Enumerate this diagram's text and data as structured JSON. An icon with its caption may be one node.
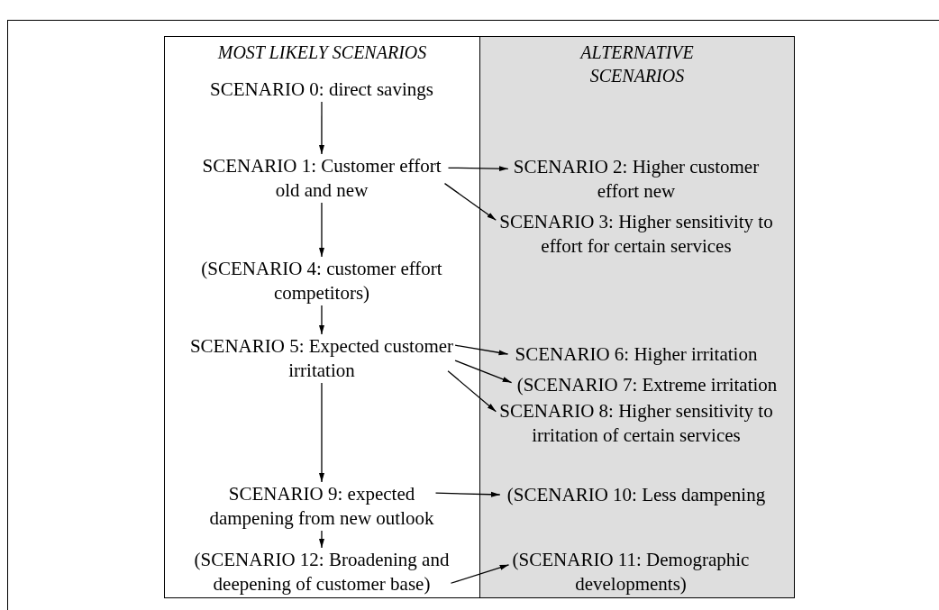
{
  "diagram": {
    "nodes": [
      {
        "text": [
          "MOST LIKELY SCENARIOS"
        ]
      },
      {
        "text": [
          "ALTERNATIVE SCENARIOS"
        ]
      },
      {
        "text": [
          "SCENARIO 0: direct savings"
        ],
        "in": 0
      },
      {
        "text": [
          "SCENARIO 1: Customer effort old and new"
        ],
        "in": 0
      },
      {
        "text": [
          "SCENARIO 2: Higher customer effort new"
        ],
        "in": 1
      },
      {
        "text": [
          "SCENARIO 3: Higher sensitivity to effort for certain services"
        ],
        "in": 1
      },
      {
        "text": [
          "(SCENARIO 4: customer effort competitors)"
        ],
        "in": 0
      },
      {
        "text": [
          "SCENARIO 5: Expected customer irritation"
        ],
        "in": 0
      },
      {
        "text": [
          "SCENARIO 6: Higher irritation"
        ],
        "in": 1
      },
      {
        "text": [
          "(SCENARIO 7: Extreme irritation"
        ],
        "in": 1
      },
      {
        "text": [
          "SCENARIO 8: Higher sensitivity to irritation of certain services"
        ],
        "in": 1
      },
      {
        "text": [
          "SCENARIO 9: expected dampening from new outlook"
        ],
        "in": 0
      },
      {
        "text": [
          "(SCENARIO 10: Less dampening"
        ],
        "in": 1
      },
      {
        "text": [
          "(SCENARIO 12: Broadening and deepening of customer base)"
        ],
        "in": 0
      },
      {
        "text": [
          "(SCENARIO 11: Demographic developments)"
        ],
        "in": 1
      }
    ],
    "edges": [
      {
        "from": 2,
        "to": 3,
        "arrow": "to"
      },
      {
        "from": 3,
        "to": 4,
        "arrow": "to"
      },
      {
        "from": 3,
        "to": 5,
        "arrow": "to"
      },
      {
        "from": 3,
        "to": 6,
        "arrow": "to"
      },
      {
        "from": 6,
        "to": 7,
        "arrow": "to"
      },
      {
        "from": 7,
        "to": 8,
        "arrow": "to"
      },
      {
        "from": 7,
        "to": 9,
        "arrow": "to"
      },
      {
        "from": 7,
        "to": 10,
        "arrow": "to"
      },
      {
        "from": 7,
        "to": 11,
        "arrow": "to"
      },
      {
        "from": 11,
        "to": 12,
        "arrow": "to"
      },
      {
        "from": 11,
        "to": 13,
        "arrow": "to"
      },
      {
        "from": 13,
        "to": 14,
        "arrow": "to"
      }
    ]
  }
}
